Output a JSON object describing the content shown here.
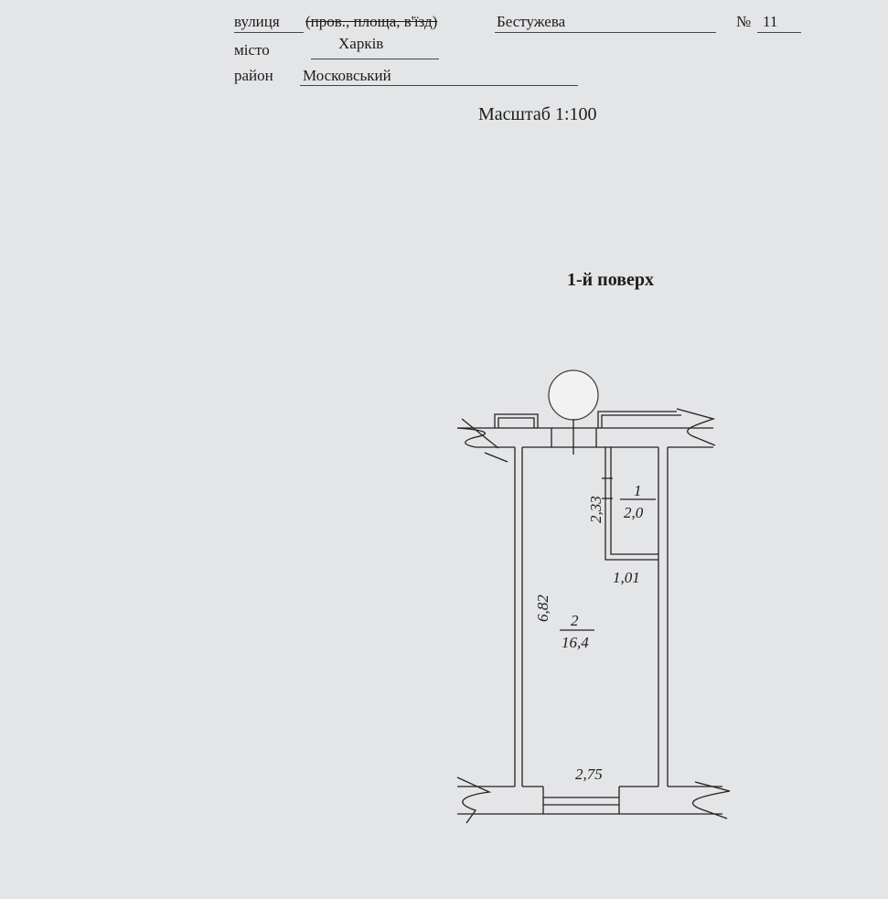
{
  "header": {
    "street_label": "вулиця",
    "street_alt_label": "(пров., площа, в'їзд)",
    "street_value": "Бестужева",
    "number_label": "№",
    "number_value": "11",
    "city_label": "місто",
    "city_value": "Харків",
    "district_label": "район",
    "district_value": "Московський"
  },
  "scale": "Масштаб 1:100",
  "floor_title": "1-й поверх",
  "plan": {
    "rooms": [
      {
        "number": "1",
        "area": "2,0"
      },
      {
        "number": "2",
        "area": "16,4"
      }
    ],
    "dimensions": {
      "room1_height": "2,33",
      "room1_width": "1,01",
      "room2_length": "6,82",
      "room2_width": "2,75"
    }
  }
}
